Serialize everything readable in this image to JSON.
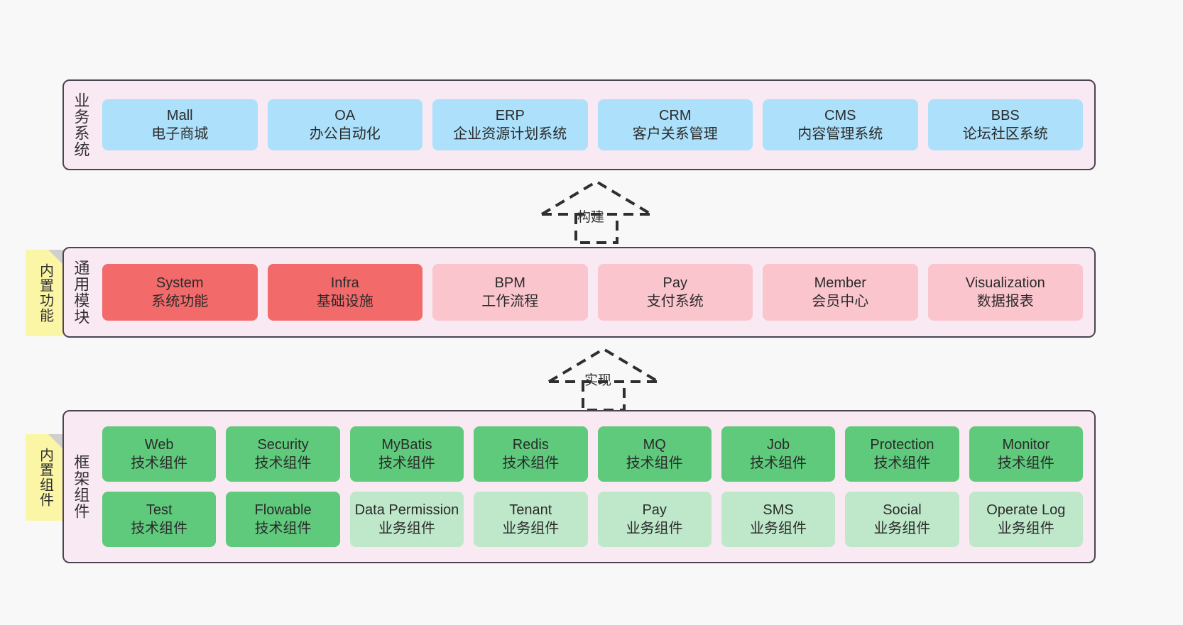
{
  "diagram": {
    "canvas_background": "#f8f8f8",
    "panel_background": "#f9e9f3",
    "panel_border": "#4b4453",
    "sticky_color": "#fbf6a6"
  },
  "layers": [
    {
      "id": "business",
      "title": "业务系统",
      "rows": [
        [
          {
            "en": "Mall",
            "cn": "电子商城",
            "color": "#ace0fb"
          },
          {
            "en": "OA",
            "cn": "办公自动化",
            "color": "#ace0fb"
          },
          {
            "en": "ERP",
            "cn": "企业资源计划系统",
            "color": "#ace0fb"
          },
          {
            "en": "CRM",
            "cn": "客户关系管理",
            "color": "#ace0fb"
          },
          {
            "en": "CMS",
            "cn": "内容管理系统",
            "color": "#ace0fb"
          },
          {
            "en": "BBS",
            "cn": "论坛社区系统",
            "color": "#ace0fb"
          }
        ]
      ]
    },
    {
      "id": "common",
      "title": "通用模块",
      "sticky": "内置功能",
      "rows": [
        [
          {
            "en": "System",
            "cn": "系统功能",
            "color": "#f26a6a"
          },
          {
            "en": "Infra",
            "cn": "基础设施",
            "color": "#f26a6a"
          },
          {
            "en": "BPM",
            "cn": "工作流程",
            "color": "#fbc5ce"
          },
          {
            "en": "Pay",
            "cn": "支付系统",
            "color": "#fbc5ce"
          },
          {
            "en": "Member",
            "cn": "会员中心",
            "color": "#fbc5ce"
          },
          {
            "en": "Visualization",
            "cn": "数据报表",
            "color": "#fbc5ce"
          }
        ]
      ]
    },
    {
      "id": "frame",
      "title": "框架组件",
      "sticky": "内置组件",
      "rows": [
        [
          {
            "en": "Web",
            "cn": "技术组件",
            "color": "#5fc97c"
          },
          {
            "en": "Security",
            "cn": "技术组件",
            "color": "#5fc97c"
          },
          {
            "en": "MyBatis",
            "cn": "技术组件",
            "color": "#5fc97c"
          },
          {
            "en": "Redis",
            "cn": "技术组件",
            "color": "#5fc97c"
          },
          {
            "en": "MQ",
            "cn": "技术组件",
            "color": "#5fc97c"
          },
          {
            "en": "Job",
            "cn": "技术组件",
            "color": "#5fc97c"
          },
          {
            "en": "Protection",
            "cn": "技术组件",
            "color": "#5fc97c"
          },
          {
            "en": "Monitor",
            "cn": "技术组件",
            "color": "#5fc97c"
          }
        ],
        [
          {
            "en": "Test",
            "cn": "技术组件",
            "color": "#5fc97c"
          },
          {
            "en": "Flowable",
            "cn": "技术组件",
            "color": "#5fc97c"
          },
          {
            "en": "Data Permission",
            "cn": "业务组件",
            "color": "#bfe8ca"
          },
          {
            "en": "Tenant",
            "cn": "业务组件",
            "color": "#bfe8ca"
          },
          {
            "en": "Pay",
            "cn": "业务组件",
            "color": "#bfe8ca"
          },
          {
            "en": "SMS",
            "cn": "业务组件",
            "color": "#bfe8ca"
          },
          {
            "en": "Social",
            "cn": "业务组件",
            "color": "#bfe8ca"
          },
          {
            "en": "Operate Log",
            "cn": "业务组件",
            "color": "#bfe8ca"
          }
        ]
      ]
    }
  ],
  "arrows": [
    {
      "id": "build",
      "label": "构建",
      "from": "通用模块",
      "to": "业务系统",
      "style": "dashed-generalization"
    },
    {
      "id": "impl",
      "label": "实现",
      "from": "框架组件",
      "to": "通用模块",
      "style": "dashed-generalization"
    }
  ]
}
